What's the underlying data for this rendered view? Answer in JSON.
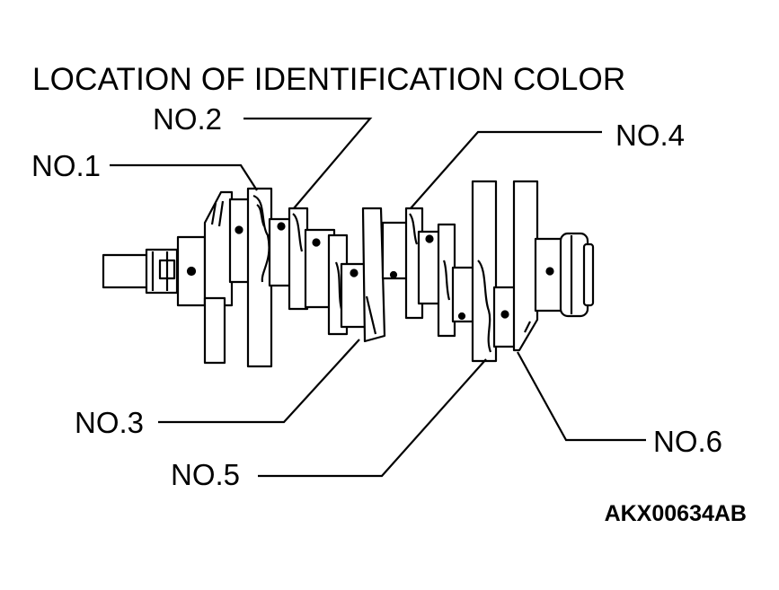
{
  "diagram": {
    "title": "LOCATION OF IDENTIFICATION COLOR",
    "labels": {
      "no1": "NO.1",
      "no2": "NO.2",
      "no3": "NO.3",
      "no4": "NO.4",
      "no5": "NO.5",
      "no6": "NO.6"
    },
    "figure_code": "AKX00634AB",
    "line_color": "#000000",
    "background": "#ffffff"
  }
}
